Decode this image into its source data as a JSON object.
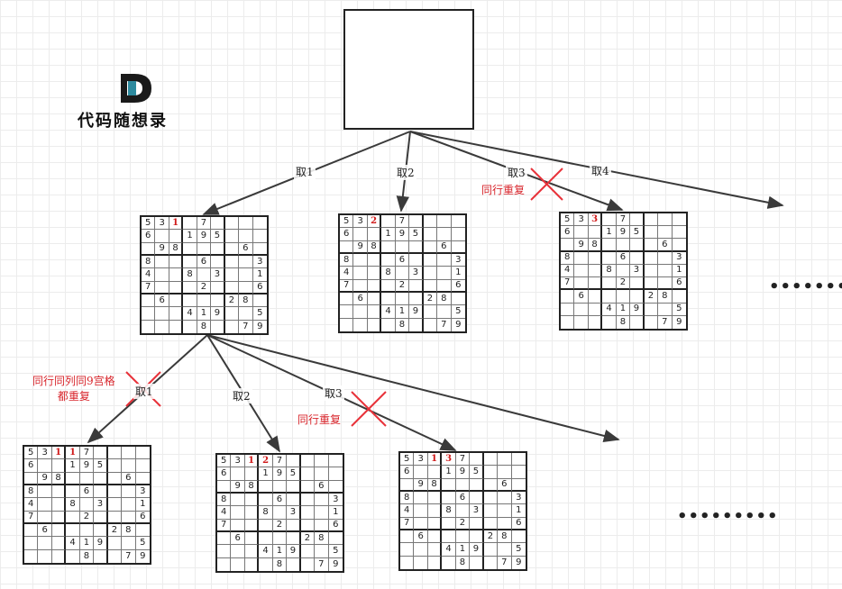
{
  "logo": {
    "text": "代码随想录",
    "icon": "letter-d-logo-icon"
  },
  "puzzle": [
    [
      5,
      3,
      0,
      0,
      7,
      0,
      0,
      0,
      0
    ],
    [
      6,
      0,
      0,
      1,
      9,
      5,
      0,
      0,
      0
    ],
    [
      0,
      9,
      8,
      0,
      0,
      0,
      0,
      6,
      0
    ],
    [
      8,
      0,
      0,
      0,
      6,
      0,
      0,
      0,
      3
    ],
    [
      4,
      0,
      0,
      8,
      0,
      3,
      0,
      0,
      1
    ],
    [
      7,
      0,
      0,
      0,
      2,
      0,
      0,
      0,
      6
    ],
    [
      0,
      6,
      0,
      0,
      0,
      0,
      2,
      8,
      0
    ],
    [
      0,
      0,
      0,
      4,
      1,
      9,
      0,
      0,
      5
    ],
    [
      0,
      0,
      0,
      0,
      8,
      0,
      0,
      7,
      9
    ]
  ],
  "boards": [
    {
      "id": "root",
      "fills": []
    },
    {
      "id": "b-take1",
      "fills": [
        {
          "r": 0,
          "c": 2,
          "v": "1"
        }
      ]
    },
    {
      "id": "b-take2",
      "fills": [
        {
          "r": 0,
          "c": 2,
          "v": "2"
        }
      ]
    },
    {
      "id": "b-take3",
      "fills": [
        {
          "r": 0,
          "c": 2,
          "v": "3"
        }
      ]
    },
    {
      "id": "b-1-1",
      "fills": [
        {
          "r": 0,
          "c": 2,
          "v": "1"
        },
        {
          "r": 0,
          "c": 3,
          "v": "1"
        }
      ]
    },
    {
      "id": "b-1-2",
      "fills": [
        {
          "r": 0,
          "c": 2,
          "v": "1"
        },
        {
          "r": 0,
          "c": 3,
          "v": "2"
        }
      ]
    },
    {
      "id": "b-1-3",
      "fills": [
        {
          "r": 0,
          "c": 2,
          "v": "1"
        },
        {
          "r": 0,
          "c": 3,
          "v": "3"
        }
      ]
    }
  ],
  "edge_labels": {
    "top_take1": "取1",
    "top_take2": "取2",
    "top_take3": "取3",
    "top_take4": "取4",
    "sub_take1": "取1",
    "sub_take2": "取2",
    "sub_take3": "取3"
  },
  "notes": {
    "row_duplicate_top": "同行重复",
    "all_duplicate_line1": "同行同列同9宫格",
    "all_duplicate_line2": "都重复",
    "row_duplicate_bottom": "同行重复"
  },
  "ellipsis": {
    "top": "•••••••••",
    "bottom": "•••••••••"
  },
  "colors": {
    "fill_digit": "#d01a1a",
    "invalid_mark": "#e8323a",
    "edge": "#3a3a3a"
  }
}
